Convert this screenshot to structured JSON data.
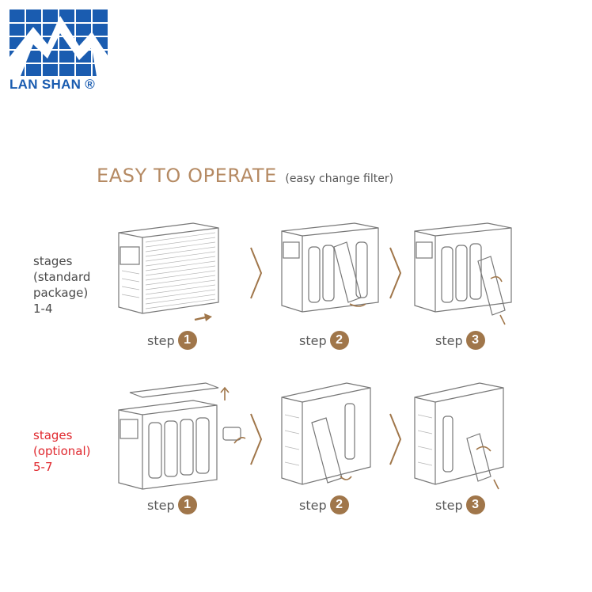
{
  "brand": {
    "name": "LAN SHAN ®",
    "logo_icon": "mountain-grid-logo",
    "color": "#1a5cb0"
  },
  "heading": {
    "title": "EASY TO OPERATE",
    "subtitle": "(easy change filter)",
    "title_color": "#b58a63"
  },
  "rows": [
    {
      "label_lines": [
        "stages",
        "(standard",
        "package)",
        "1-4"
      ],
      "label_color": "#4a4a4a",
      "steps": [
        {
          "text": "step",
          "number": "1"
        },
        {
          "text": "step",
          "number": "2"
        },
        {
          "text": "step",
          "number": "3"
        }
      ]
    },
    {
      "label_lines": [
        "stages",
        "(optional)",
        "5-7"
      ],
      "label_color": "#e0282e",
      "steps": [
        {
          "text": "step",
          "number": "1"
        },
        {
          "text": "step",
          "number": "2"
        },
        {
          "text": "step",
          "number": "3"
        }
      ]
    }
  ],
  "accent_color": "#a0764a",
  "icons": [
    "chevron-right-icon",
    "arrow-icon"
  ]
}
